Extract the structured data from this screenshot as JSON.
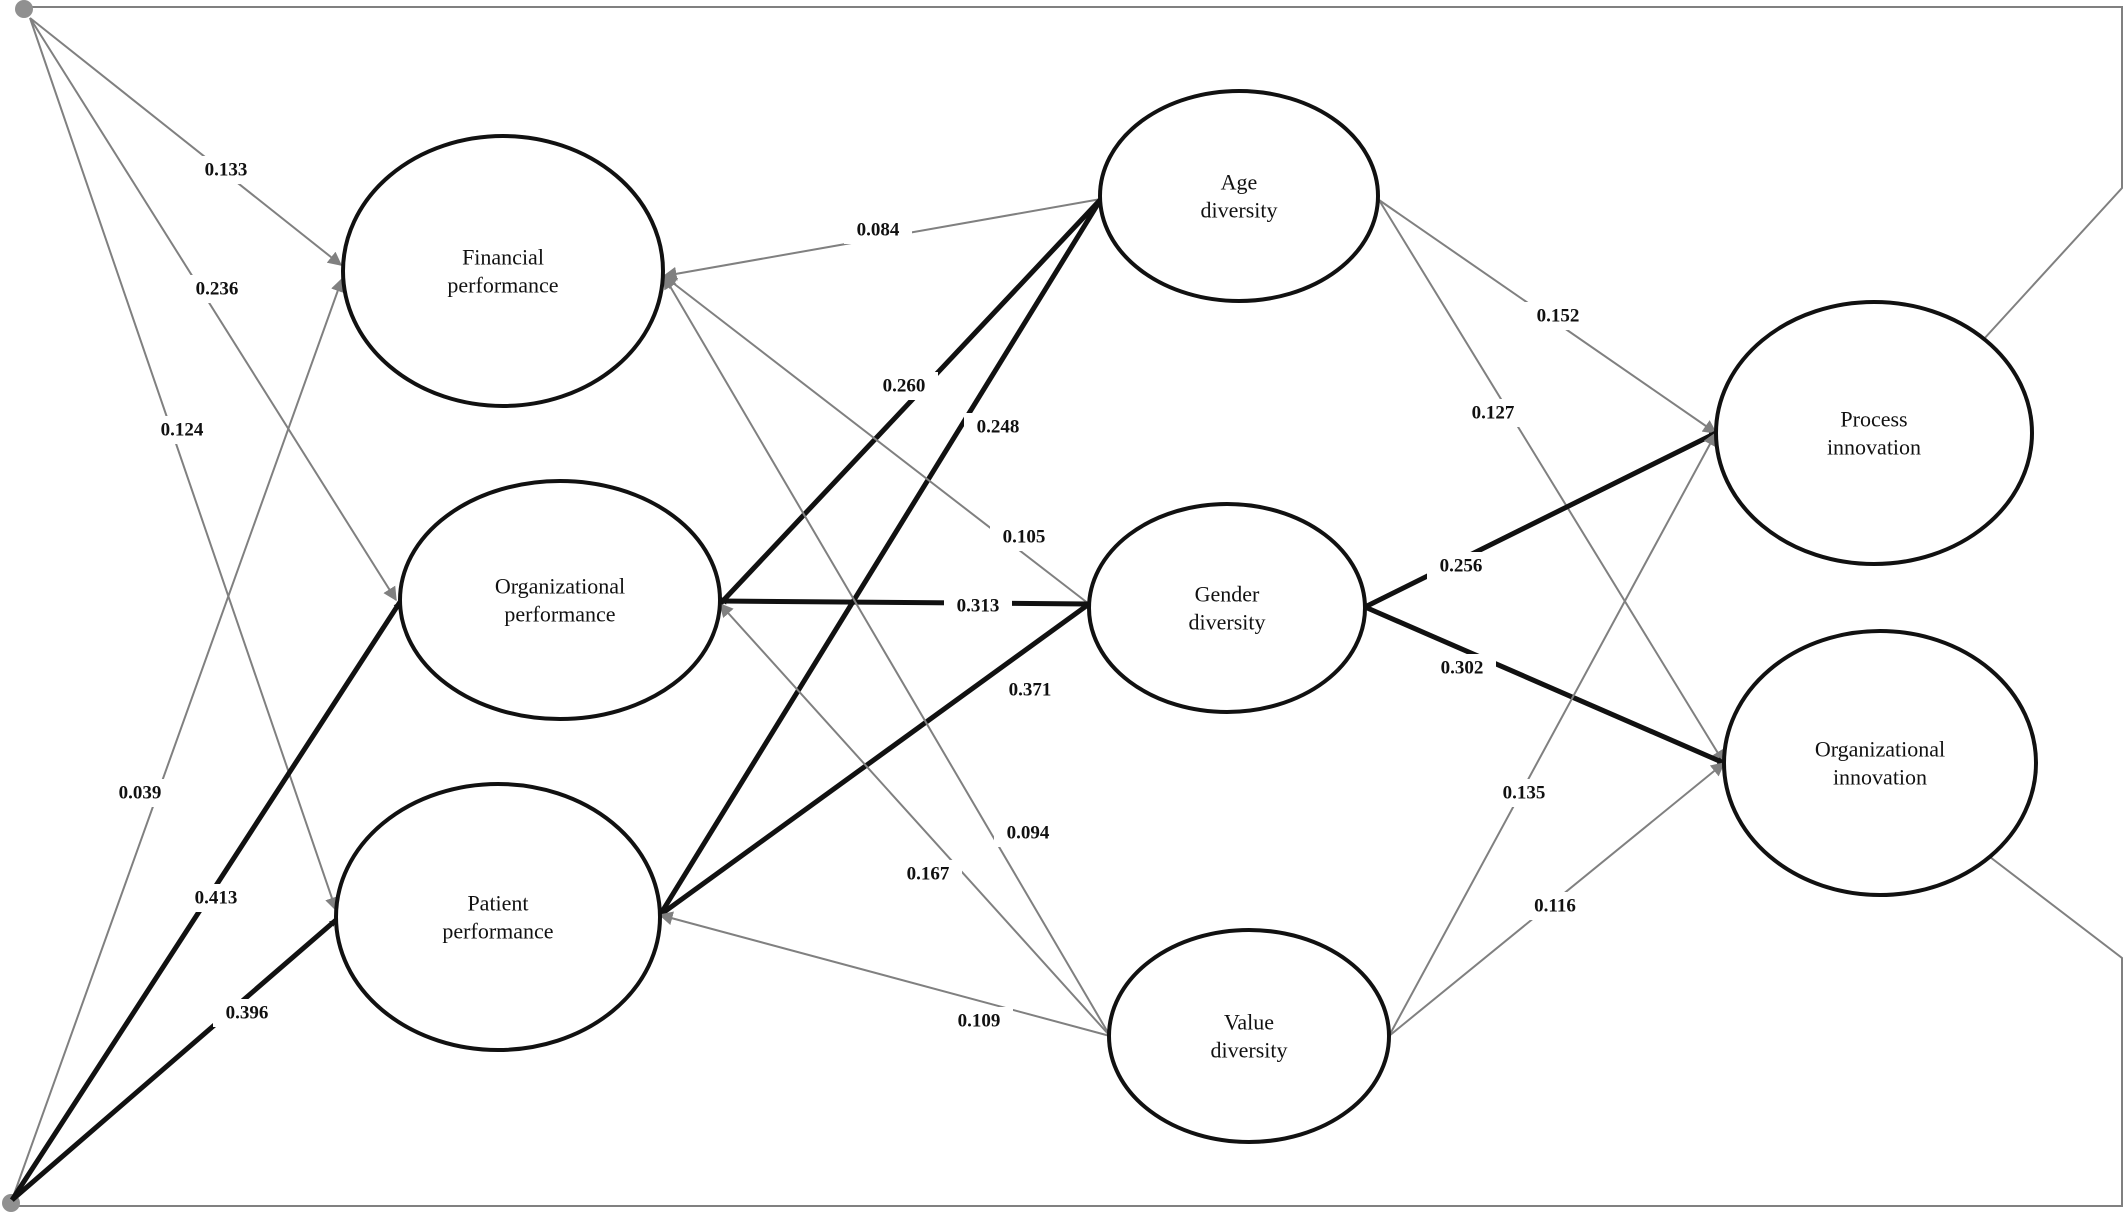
{
  "nodes": [
    {
      "id": "financial",
      "lines": [
        "Financial",
        "performance"
      ]
    },
    {
      "id": "organizational_perf",
      "lines": [
        "Organizational",
        "performance"
      ]
    },
    {
      "id": "patient",
      "lines": [
        "Patient",
        "performance"
      ]
    },
    {
      "id": "age",
      "lines": [
        "Age",
        "diversity"
      ]
    },
    {
      "id": "gender",
      "lines": [
        "Gender",
        "diversity"
      ]
    },
    {
      "id": "value",
      "lines": [
        "Value",
        "diversity"
      ]
    },
    {
      "id": "process",
      "lines": [
        "Process",
        "innovation"
      ]
    },
    {
      "id": "org_innovation",
      "lines": [
        "Organizational",
        "innovation"
      ]
    }
  ],
  "paths": [
    {
      "from": "process",
      "to": "financial",
      "coefficient": "0.133",
      "significant": false
    },
    {
      "from": "process",
      "to": "organizational_perf",
      "coefficient": "0.236",
      "significant": false
    },
    {
      "from": "process",
      "to": "patient",
      "coefficient": "0.124",
      "significant": false
    },
    {
      "from": "org_innovation",
      "to": "financial",
      "coefficient": "0.039",
      "significant": false
    },
    {
      "from": "org_innovation",
      "to": "organizational_perf",
      "coefficient": "0.413",
      "significant": true
    },
    {
      "from": "org_innovation",
      "to": "patient",
      "coefficient": "0.396",
      "significant": true
    },
    {
      "from": "age",
      "to": "financial",
      "coefficient": "0.084",
      "significant": false
    },
    {
      "from": "age",
      "to": "organizational_perf",
      "coefficient": "0.260",
      "significant": true
    },
    {
      "from": "age",
      "to": "patient",
      "coefficient": "0.248",
      "significant": true
    },
    {
      "from": "gender",
      "to": "financial",
      "coefficient": "0.105",
      "significant": false
    },
    {
      "from": "gender",
      "to": "organizational_perf",
      "coefficient": "0.313",
      "significant": true
    },
    {
      "from": "gender",
      "to": "patient",
      "coefficient": "0.371",
      "significant": true
    },
    {
      "from": "value",
      "to": "financial",
      "coefficient": "0.094",
      "significant": false
    },
    {
      "from": "value",
      "to": "organizational_perf",
      "coefficient": "0.167",
      "significant": false
    },
    {
      "from": "value",
      "to": "patient",
      "coefficient": "0.109",
      "significant": false
    },
    {
      "from": "age",
      "to": "process",
      "coefficient": "0.152",
      "significant": false
    },
    {
      "from": "age",
      "to": "org_innovation",
      "coefficient": "0.127",
      "significant": false
    },
    {
      "from": "gender",
      "to": "process",
      "coefficient": "0.256",
      "significant": true
    },
    {
      "from": "gender",
      "to": "org_innovation",
      "coefficient": "0.302",
      "significant": true
    },
    {
      "from": "value",
      "to": "process",
      "coefficient": "0.135",
      "significant": false
    },
    {
      "from": "value",
      "to": "org_innovation",
      "coefficient": "0.116",
      "significant": false
    }
  ],
  "colors": {
    "significant": "#111111",
    "nonsignificant": "#808080",
    "node_stroke": "#111111",
    "connector": "#808080"
  }
}
